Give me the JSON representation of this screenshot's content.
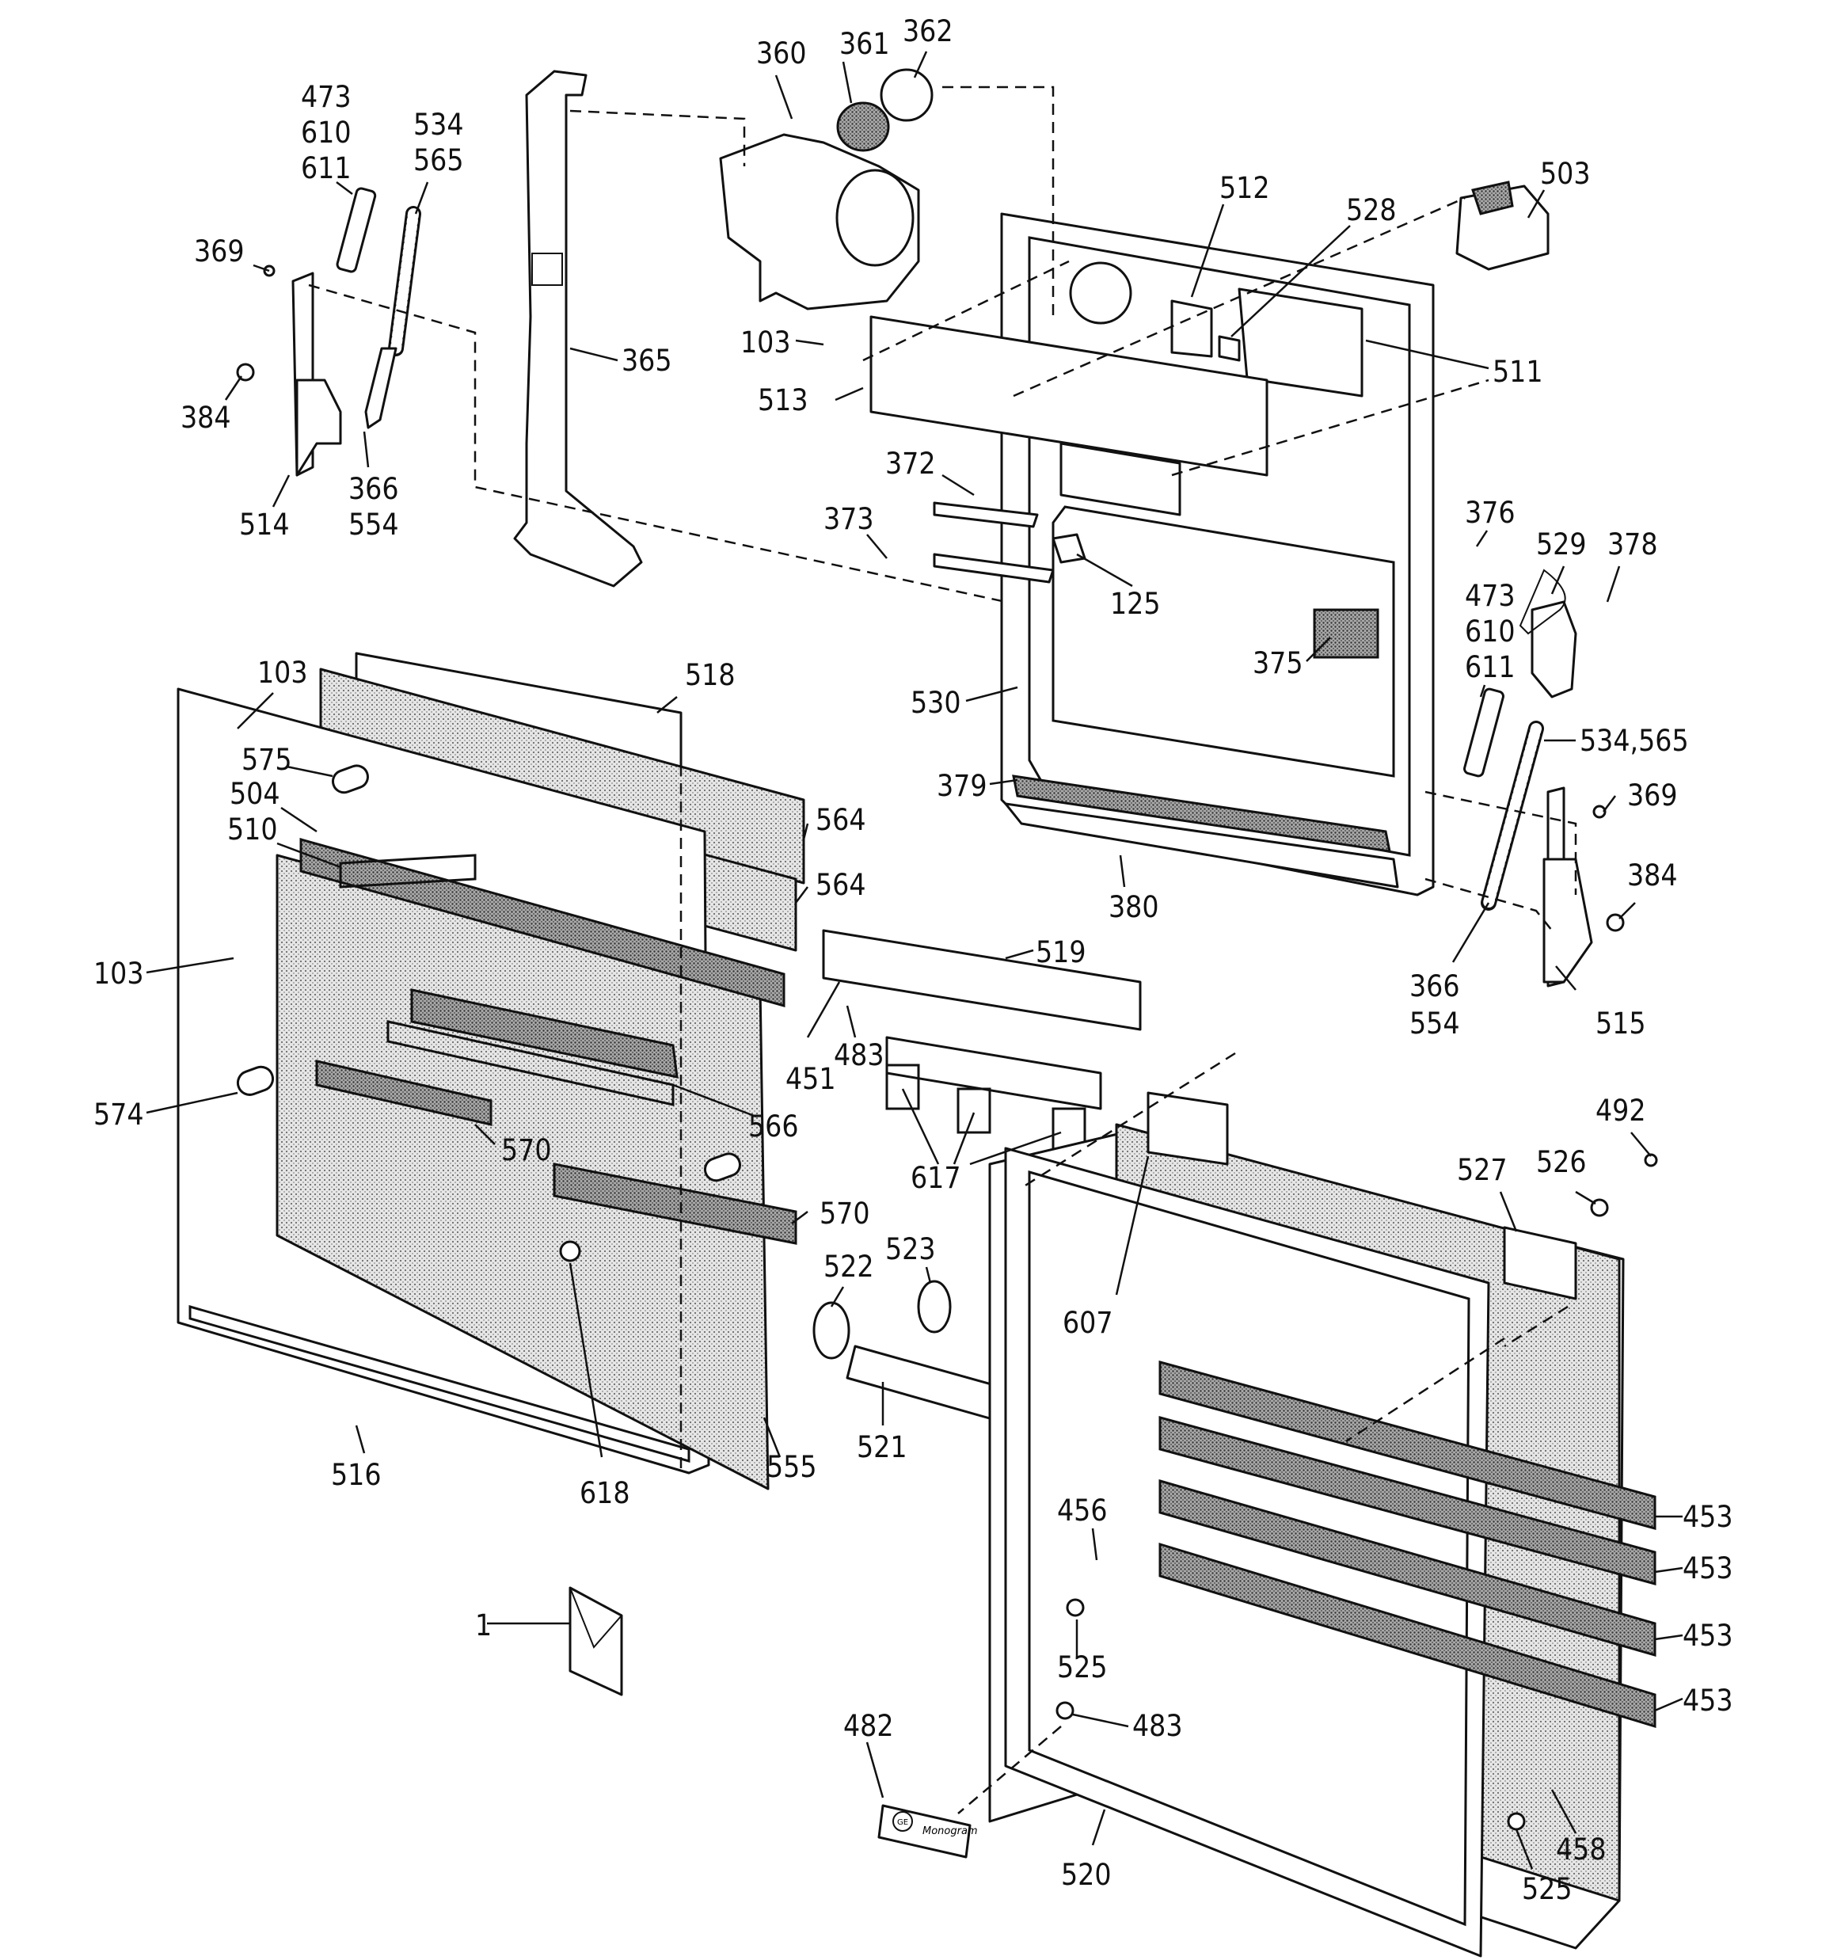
{
  "callouts": {
    "c360": "360",
    "c361": "361",
    "c362": "362",
    "c473a": "473",
    "c610a": "610",
    "c611a": "611",
    "c534a": "534",
    "c565a": "565",
    "c369a": "369",
    "c384a": "384",
    "c514": "514",
    "c366a": "366",
    "c554a": "554",
    "c365": "365",
    "c103a": "103",
    "c513": "513",
    "c512": "512",
    "c528": "528",
    "c503": "503",
    "c511": "511",
    "c372": "372",
    "c373": "373",
    "c125": "125",
    "c376": "376",
    "c529": "529",
    "c378": "378",
    "c473b": "473",
    "c610b": "610",
    "c611b": "611",
    "c375": "375",
    "c530": "530",
    "c534565": "534,565",
    "c369b": "369",
    "c379": "379",
    "c380": "380",
    "c384b": "384",
    "c366b": "366",
    "c554b": "554",
    "c515": "515",
    "c103b": "103",
    "c518": "518",
    "c575": "575",
    "c504": "504",
    "c510": "510",
    "c564a": "564",
    "c564b": "564",
    "c103c": "103",
    "c519": "519",
    "c451": "451",
    "c483a": "483",
    "c574": "574",
    "c566": "566",
    "c570a": "570",
    "c617": "617",
    "c570b": "570",
    "c492": "492",
    "c527": "527",
    "c526": "526",
    "c522": "522",
    "c523": "523",
    "c607": "607",
    "c516": "516",
    "c618": "618",
    "c555": "555",
    "c521": "521",
    "c453a": "453",
    "c453b": "453",
    "c453c": "453",
    "c453d": "453",
    "c456": "456",
    "c525a": "525",
    "c1": "1",
    "c482": "482",
    "c483b": "483",
    "c520": "520",
    "c458": "458",
    "c525b": "525"
  },
  "badge": {
    "brand": "Monogram",
    "emblem": "GE"
  }
}
